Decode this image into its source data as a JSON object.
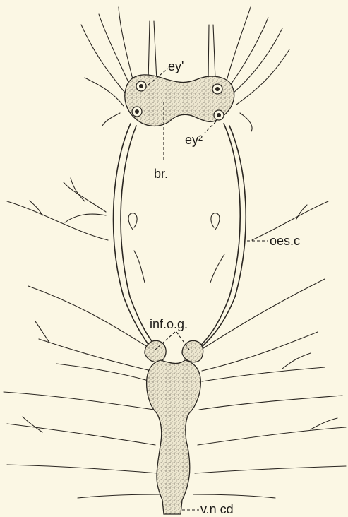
{
  "labels": {
    "ey1": "ey'",
    "ey2": "ey²",
    "br": "br.",
    "oesc": "oes.c",
    "infog": "inf.o.g.",
    "vncd": "v.n cd"
  }
}
